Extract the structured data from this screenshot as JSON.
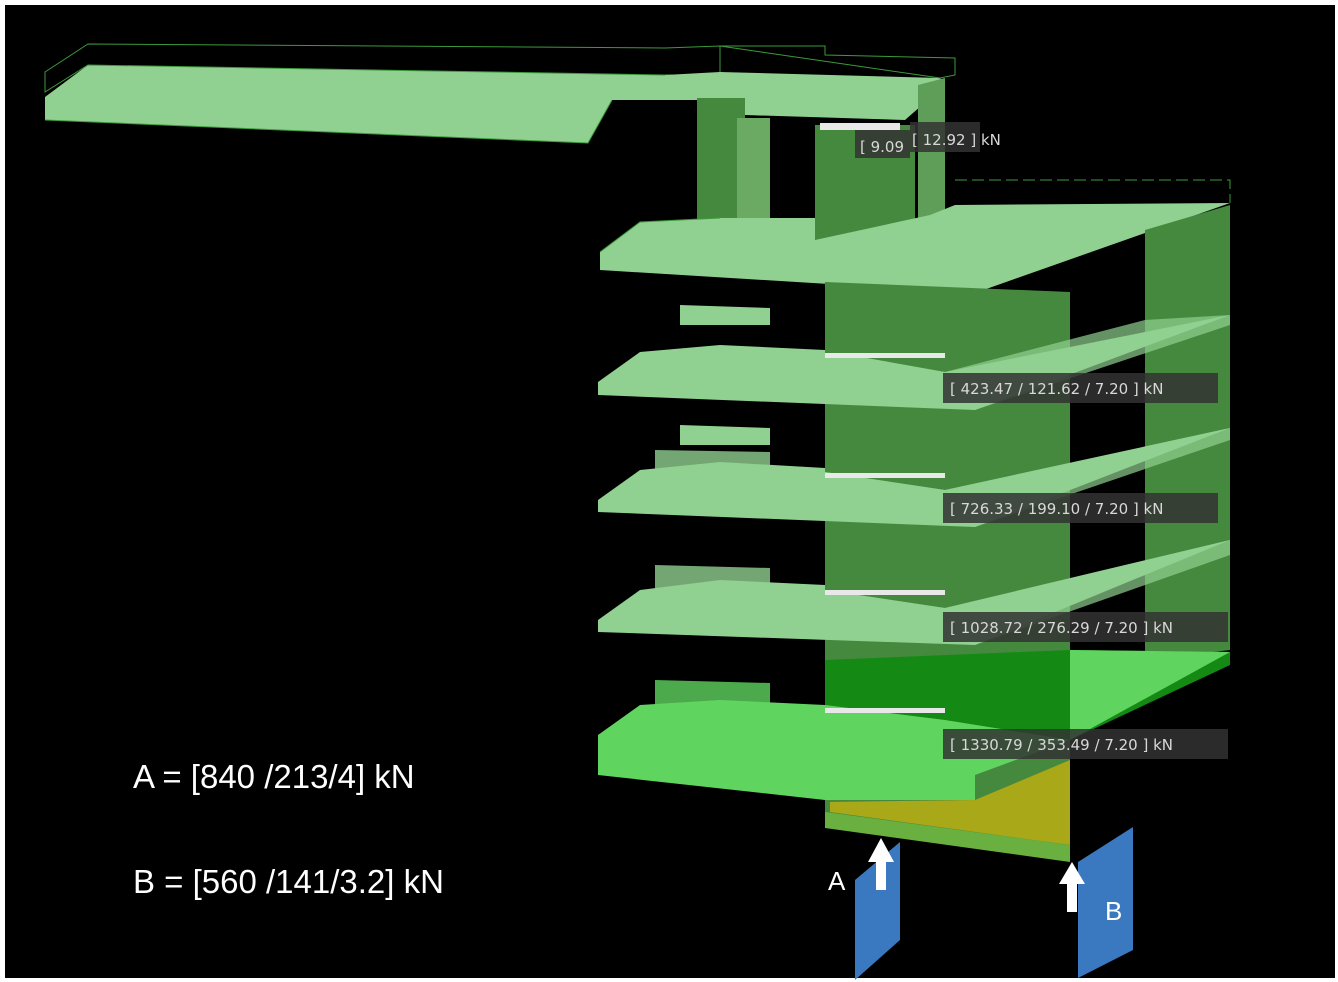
{
  "colors": {
    "background": "#000000",
    "slab_light": "#90d090",
    "slab_bright": "#5fd45f",
    "wall_dark": "#45893f",
    "wall_bright": "#148a14",
    "transfer_yellow": "#a8a818",
    "transfer_edge": "#6ab040",
    "support_blue": "#3a78c0",
    "label_bg": "#333333",
    "outline": "#3c9a3c"
  },
  "load_labels": {
    "roof_a": "[ 9.09",
    "roof_b": "[ 12.92 ] kN",
    "level_4": "[ 423.47 / 121.62 / 7.20 ] kN",
    "level_3": "[ 726.33 / 199.10 / 7.20 ] kN",
    "level_2": "[ 1028.72 / 276.29 / 7.20 ] kN",
    "level_1": "[ 1330.79 / 353.49 / 7.20 ] kN"
  },
  "reactions": {
    "a_text": "A = [840 /213/4] kN",
    "b_text": "B = [560 /141/3.2] kN"
  },
  "supports": {
    "a_letter": "A",
    "b_letter": "B"
  }
}
